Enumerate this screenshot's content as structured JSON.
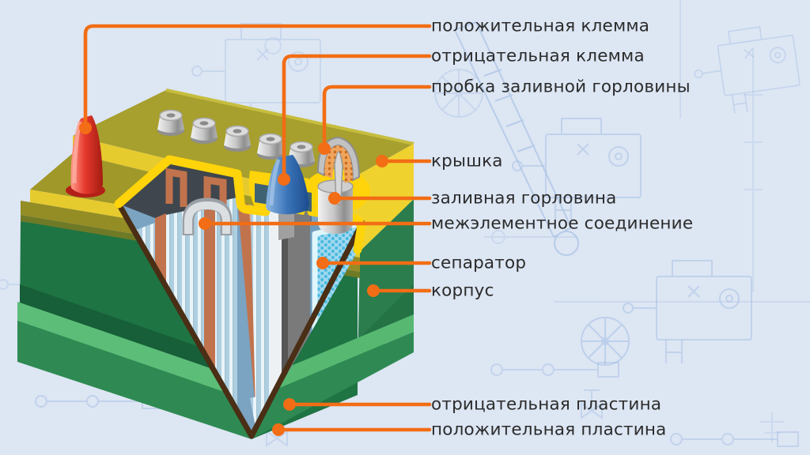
{
  "diagram": {
    "subject": "car battery cutaway diagram",
    "language": "ru"
  },
  "labels": [
    {
      "id": "positive-terminal",
      "text": "положительная клемма"
    },
    {
      "id": "negative-terminal",
      "text": "отрицательная клемма"
    },
    {
      "id": "filler-plug",
      "text": "пробка заливной горловины"
    },
    {
      "id": "cover",
      "text": "крышка"
    },
    {
      "id": "filler-neck",
      "text": "заливная горловина"
    },
    {
      "id": "intercell-connection",
      "text": "межэлементное соединение"
    },
    {
      "id": "separator",
      "text": "сепаратор"
    },
    {
      "id": "case",
      "text": "корпус"
    },
    {
      "id": "negative-plate",
      "text": "отрицательная пластина"
    },
    {
      "id": "positive-plate",
      "text": "положительная пластина"
    }
  ],
  "colors": {
    "background": "#dde6f3",
    "blueprint_line": "#a9c2e6",
    "callout": "#f26d15",
    "label_text": "#2b2b2b",
    "case_green": "#1e7443",
    "base_green_light": "#5cbd78",
    "lid_olive": "#a79f2e",
    "lid_yellow_edge": "#ffd40a",
    "positive_cap_red": "#e03127",
    "negative_terminal_blue": "#2f6cb0",
    "copper_partition": "#c1734d",
    "plate_blue": "#aecfe0",
    "separator_blue": "#9fd8ef"
  }
}
